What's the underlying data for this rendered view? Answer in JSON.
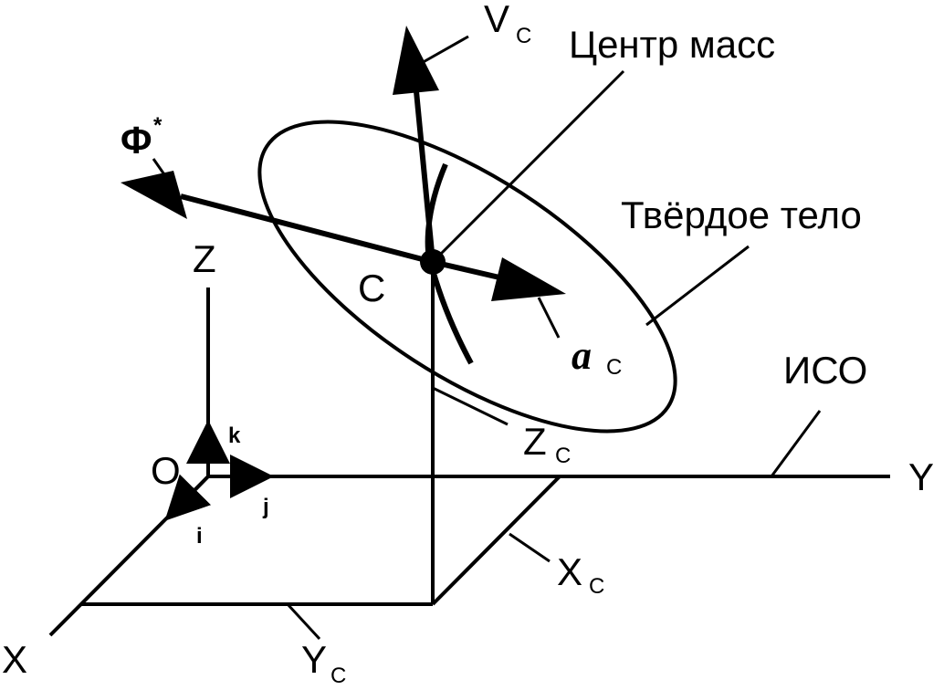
{
  "axes": {
    "x": "X",
    "y": "Y",
    "z": "Z",
    "origin": "O",
    "unit_i": "i",
    "unit_j": "j",
    "unit_k": "k"
  },
  "body": {
    "center_point": "C",
    "center_of_mass_label": "Центр масс",
    "rigid_body_label": "Твёрдое тело",
    "frame_label": "ИСО"
  },
  "vectors": {
    "velocity_main": "V",
    "velocity_sub": "C",
    "acceleration_main": "a",
    "acceleration_sub": "C",
    "inertia_force_main": "Φ",
    "inertia_force_sup": "*"
  },
  "coordinates": {
    "xc_main": "X",
    "xc_sub": "C",
    "yc_main": "Y",
    "yc_sub": "C",
    "zc_main": "Z",
    "zc_sub": "C"
  }
}
